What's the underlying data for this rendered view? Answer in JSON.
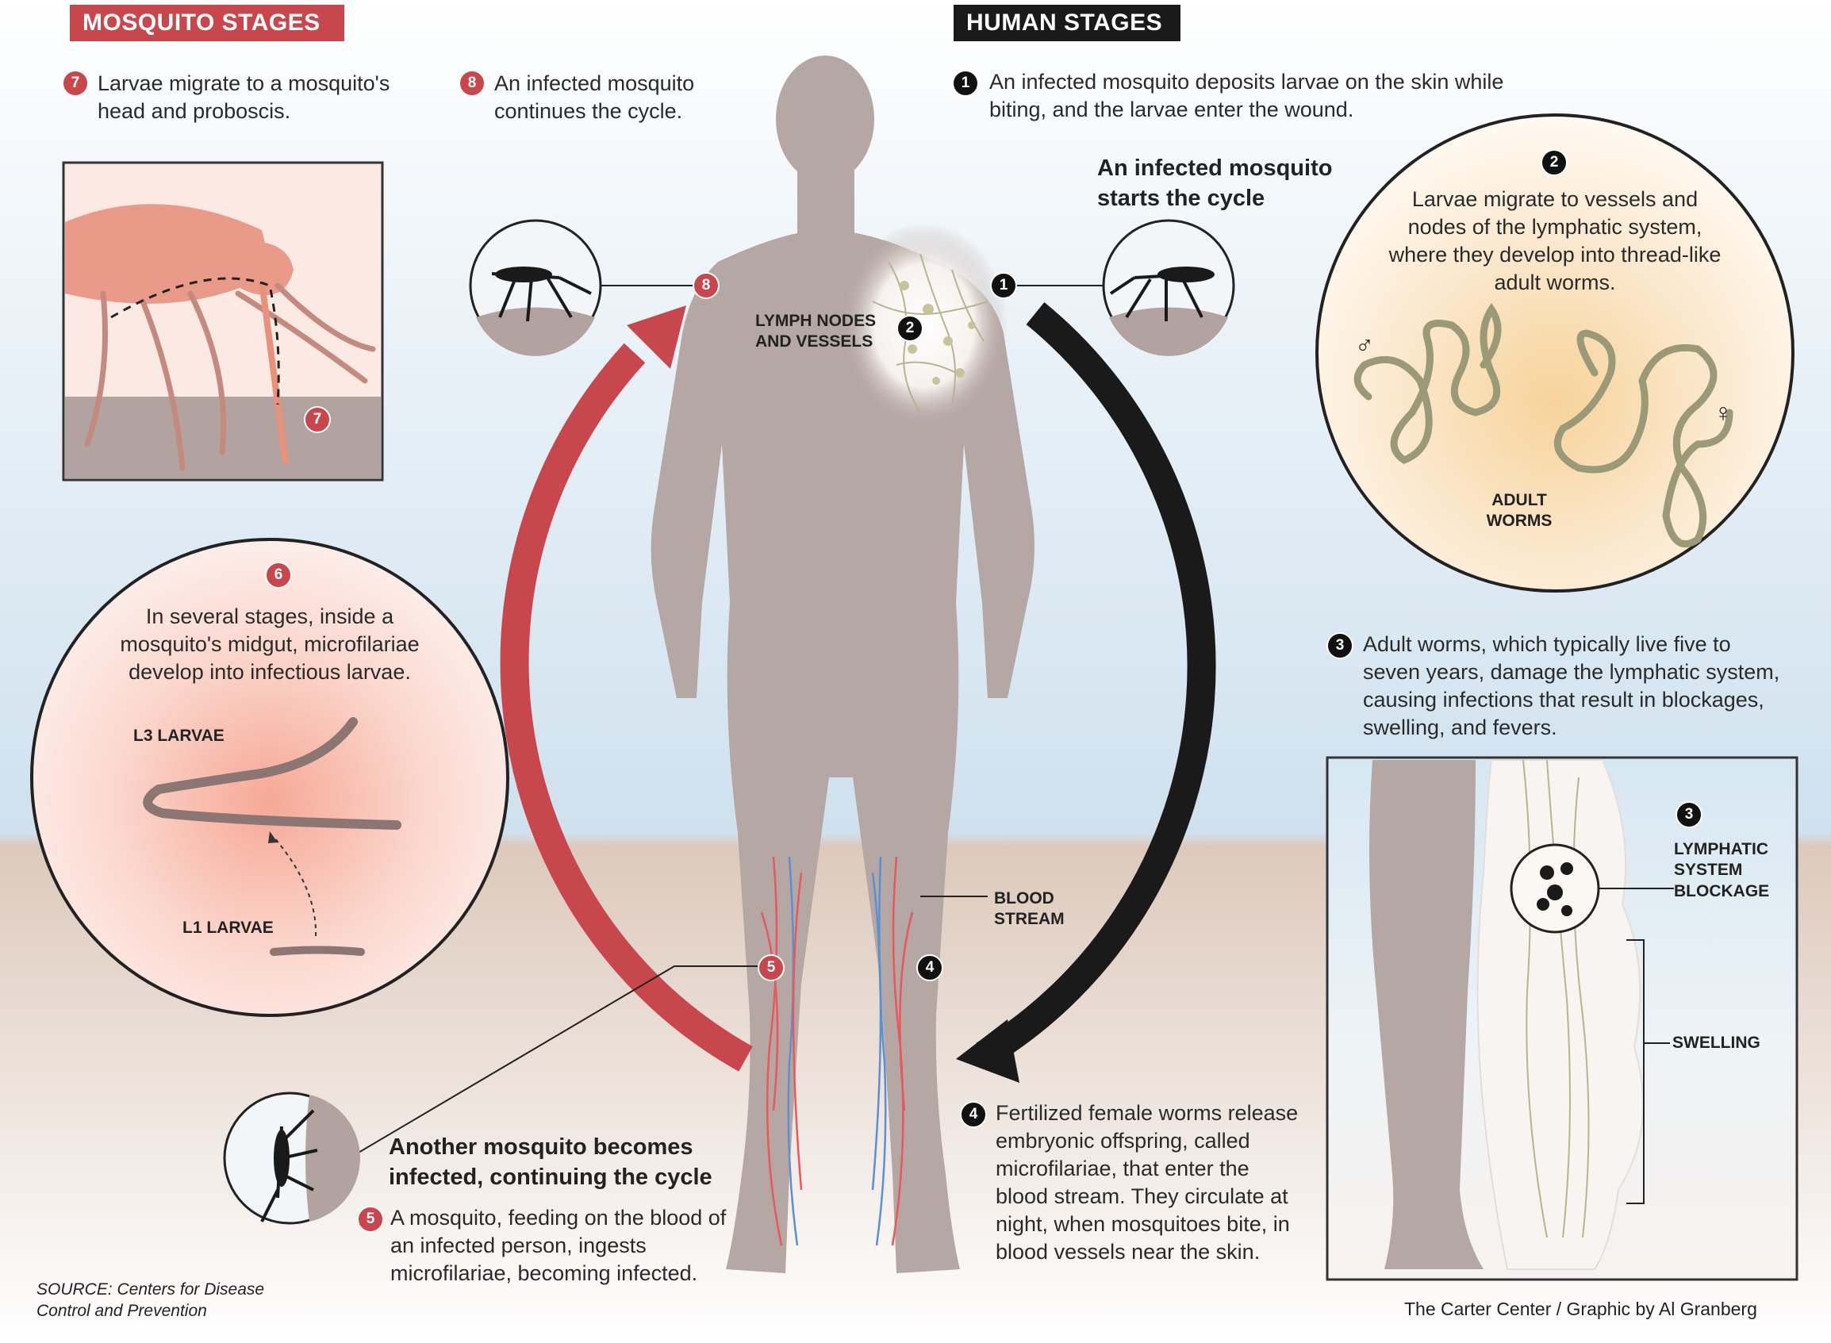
{
  "headers": {
    "mosquito_stages": "MOSQUITO STAGES",
    "human_stages": "HUMAN STAGES"
  },
  "steps": {
    "s1": {
      "num": "1",
      "text": "An infected mosquito deposits larvae on the skin while biting, and the larvae enter the wound."
    },
    "s2": {
      "num": "2",
      "text": "Larvae migrate to vessels and nodes of the lymphatic system, where they develop into thread-like adult worms."
    },
    "s3": {
      "num": "3",
      "text": "Adult worms, which typically live five to seven years, damage the lymphatic system, causing infections that result in blockages, swelling, and fevers."
    },
    "s4": {
      "num": "4",
      "text": "Fertilized female worms release embryonic offspring, called microfilariae, that enter the blood stream. They circulate at night, when mosquitoes bite, in blood vessels near the skin."
    },
    "s5": {
      "num": "5",
      "text": "A mosquito, feeding on the blood of an infected person, ingests microfilariae, becoming infected."
    },
    "s6": {
      "num": "6",
      "text": "In several stages, inside a mosquito's midgut, microfilariae develop into infectious larvae."
    },
    "s7": {
      "num": "7",
      "text": "Larvae migrate to a mosquito's head and proboscis."
    },
    "s8": {
      "num": "8",
      "text": "An infected mosquito continues the cycle."
    }
  },
  "callouts": {
    "starts_cycle": "An infected mosquito starts the cycle",
    "another_infected": "Another mosquito becomes infected, continuing the cycle"
  },
  "labels": {
    "lymph_nodes": "LYMPH NODES AND VESSELS",
    "adult_worms": "ADULT WORMS",
    "l3_larvae": "L3 LARVAE",
    "l1_larvae": "L1 LARVAE",
    "blood_stream": "BLOOD STREAM",
    "lymphatic_blockage": "LYMPHATIC SYSTEM BLOCKAGE",
    "swelling": "SWELLING",
    "male_symbol": "♂",
    "female_symbol": "♀"
  },
  "source": "SOURCE: Centers for Disease Control and Prevention",
  "credit": "The Carter Center / Graphic by Al Granberg",
  "colors": {
    "red": "#c8474c",
    "black": "#1a1a1a",
    "body": "#b5a7a3",
    "sky": "#d8e7f1",
    "ground": "#d9c4b6"
  }
}
